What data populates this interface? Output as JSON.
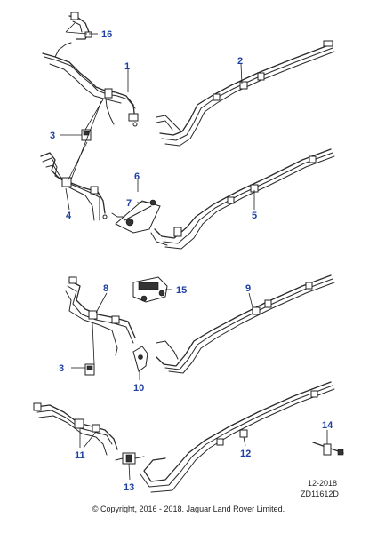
{
  "callouts": {
    "c1": "1",
    "c2": "2",
    "c3a": "3",
    "c3b": "3",
    "c4": "4",
    "c5": "5",
    "c6": "6",
    "c7": "7",
    "c8": "8",
    "c9": "9",
    "c10": "10",
    "c11": "11",
    "c12": "12",
    "c13": "13",
    "c14": "14",
    "c15": "15",
    "c16": "16"
  },
  "footer": {
    "date": "12-2018",
    "code": "ZD11612D",
    "copyright": "© Copyright, 2016 - 2018. Jaguar Land Rover Limited."
  },
  "colors": {
    "callout": "#1f3fa3",
    "line": "#2a2a2a"
  }
}
